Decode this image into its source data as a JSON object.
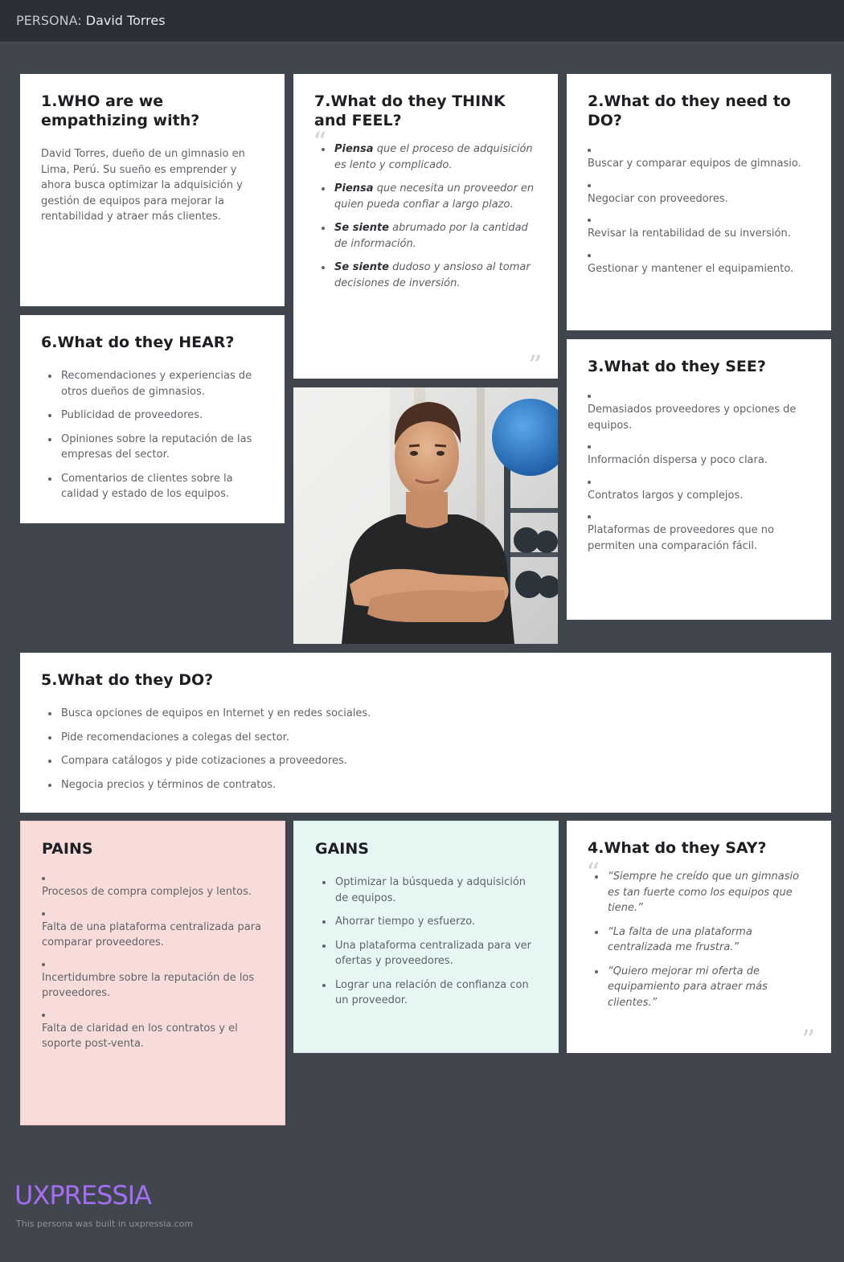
{
  "header": {
    "prefix": "PERSONA:",
    "name": "David Torres"
  },
  "who": {
    "title": "1.WHO are we empathizing with?",
    "text": "David Torres, dueño de un gimnasio en Lima, Perú. Su sueño es emprender y ahora busca optimizar la adquisición y gestión de equipos para mejorar la rentabilidad y atraer más clientes."
  },
  "think": {
    "title": "7.What do they THINK and FEEL?",
    "items": [
      {
        "lead": "Piensa",
        "rest": " que el proceso de adquisición es lento y complicado."
      },
      {
        "lead": "Piensa",
        "rest": " que necesita un proveedor en quien pueda confiar a largo plazo."
      },
      {
        "lead": "Se siente",
        "rest": " abrumado por la cantidad de información."
      },
      {
        "lead": "Se siente",
        "rest": " dudoso y ansioso al tomar decisiones de inversión."
      }
    ]
  },
  "need": {
    "title": "2.What do they need to DO?",
    "items": [
      "Buscar y comparar equipos de gimnasio.",
      "Negociar con proveedores.",
      "Revisar la rentabilidad de su inversión.",
      "Gestionar y mantener el equipamiento."
    ]
  },
  "hear": {
    "title": "6.What do they HEAR?",
    "items": [
      "Recomendaciones y experiencias de otros dueños de gimnasios.",
      "Publicidad de proveedores.",
      "Opiniones sobre la reputación de las empresas del sector.",
      "Comentarios de clientes sobre la calidad y estado de los equipos."
    ]
  },
  "see": {
    "title": "3.What do they SEE?",
    "items": [
      "Demasiados proveedores y opciones de equipos.",
      "Información dispersa y poco clara.",
      "Contratos largos y complejos.",
      "Plataformas de proveedores que no permiten una comparación fácil."
    ]
  },
  "do": {
    "title": "5.What do they DO?",
    "items": [
      "Busca opciones de equipos en Internet y en redes sociales.",
      "Pide recomendaciones a colegas del sector.",
      "Compara catálogos y pide cotizaciones a proveedores.",
      "Negocia precios y términos de contratos."
    ]
  },
  "pains": {
    "title": "PAINS",
    "items": [
      "Procesos de compra complejos y lentos.",
      "Falta de una plataforma centralizada para comparar proveedores.",
      "Incertidumbre sobre la reputación de los proveedores.",
      "Falta de claridad en los contratos y el soporte post-venta."
    ]
  },
  "gains": {
    "title": "GAINS",
    "items": [
      "Optimizar la búsqueda y adquisición de equipos.",
      "Ahorrar tiempo y esfuerzo.",
      "Una plataforma centralizada para ver ofertas y proveedores.",
      "Lograr una relación de confianza con un proveedor."
    ]
  },
  "say": {
    "title": "4.What do they SAY?",
    "items": [
      "“Siempre he creído que un gimnasio es tan fuerte como los equipos que tiene.”",
      "“La falta de una plataforma centralizada me frustra.”",
      "“Quiero mejorar mi oferta de equipamiento para atraer más clientes.”"
    ]
  },
  "footer": {
    "logo": "UXPRESSIA",
    "note": "This persona was built in uxpressia.com"
  },
  "colors": {
    "background": "#41454e",
    "pains": "#f8dcd9",
    "gains": "#e6f6f3",
    "logo": "#a26ff0"
  }
}
